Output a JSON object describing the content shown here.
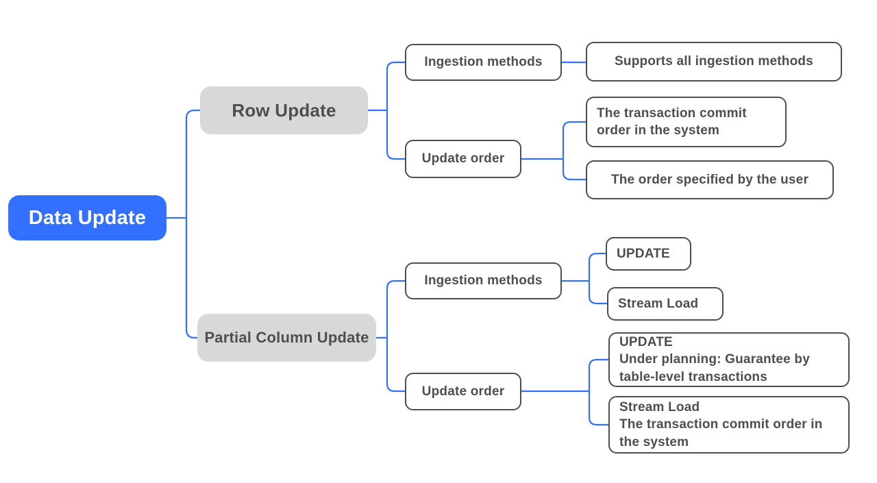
{
  "diagram": {
    "type": "mindmap",
    "root": {
      "label": "Data Update"
    },
    "branches": [
      {
        "label": "Row Update",
        "children": [
          {
            "label": "Ingestion methods",
            "children": [
              {
                "label": "Supports all ingestion methods"
              }
            ]
          },
          {
            "label": "Update order",
            "children": [
              {
                "label": "The transaction commit order in the system"
              },
              {
                "label": "The order specified by the user"
              }
            ]
          }
        ]
      },
      {
        "label": "Partial Column Update",
        "children": [
          {
            "label": "Ingestion methods",
            "children": [
              {
                "label": "UPDATE"
              },
              {
                "label": "Stream Load"
              }
            ]
          },
          {
            "label": "Update order",
            "children": [
              {
                "title": "UPDATE",
                "desc": "Under planning: Guarantee by table-level transactions"
              },
              {
                "title": "Stream Load",
                "desc": "The transaction commit order in the system"
              }
            ]
          }
        ]
      }
    ],
    "colors": {
      "accent_blue": "#3370FF",
      "branch_gray": "#D8D8D8",
      "border_gray": "#4D4D4D",
      "text_gray": "#4E4E4E",
      "root_text": "#FFFFFF"
    }
  }
}
